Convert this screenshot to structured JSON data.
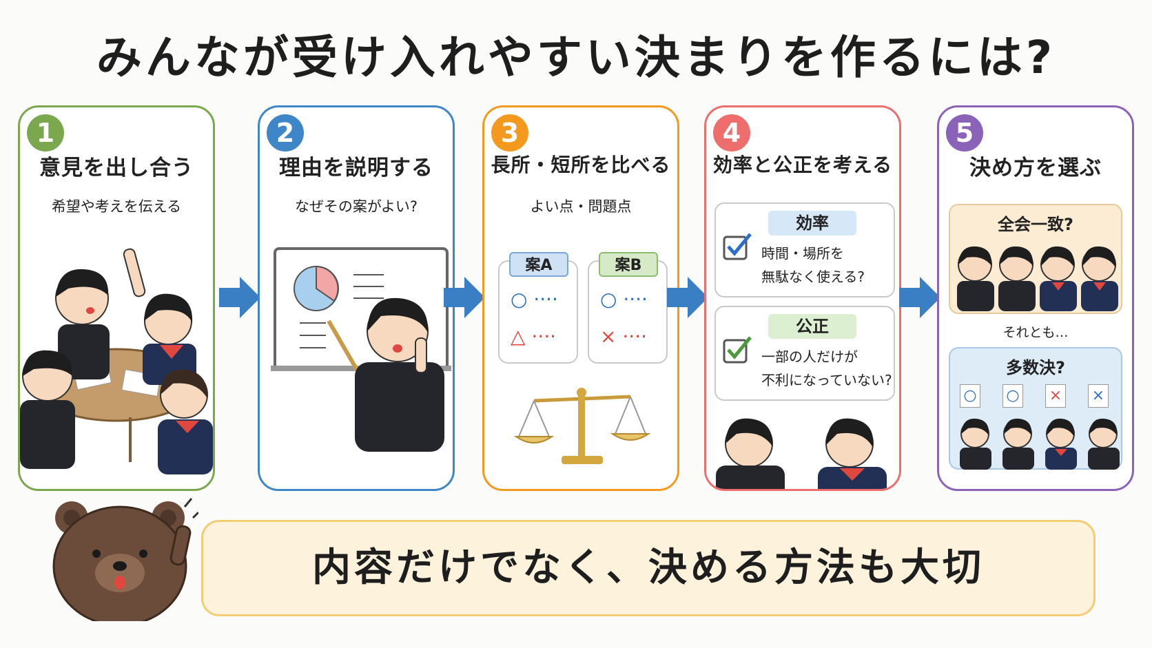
{
  "title": "みんなが受け入れやすい決まりを作るには?",
  "steps": [
    {
      "number": "1",
      "title": "意見を出し合う",
      "subtitle": "希望や考えを伝える",
      "color": "#7ba84e"
    },
    {
      "number": "2",
      "title": "理由を説明する",
      "subtitle": "なぜその案がよい?",
      "color": "#3f86c8"
    },
    {
      "number": "3",
      "title": "長所・短所を比べる",
      "subtitle": "よい点・問題点",
      "color": "#f39a1e",
      "plans": [
        {
          "label": "案A",
          "items": [
            "○ ····",
            "△ ····"
          ]
        },
        {
          "label": "案B",
          "items": [
            "○ ····",
            "× ····"
          ]
        }
      ]
    },
    {
      "number": "4",
      "title": "効率と公正を考える",
      "color": "#ee6d6d",
      "cards": [
        {
          "label": "効率",
          "lines": [
            "時間・場所を",
            "無駄なく使える?"
          ]
        },
        {
          "label": "公正",
          "lines": [
            "一部の人だけが",
            "不利になっていない?"
          ]
        }
      ]
    },
    {
      "number": "5",
      "title": "決め方を選ぶ",
      "color": "#8a63b8",
      "option1": "全会一致?",
      "connector": "それとも…",
      "option2": "多数決?",
      "cards": [
        "○",
        "○",
        "×",
        "×"
      ]
    }
  ],
  "conclusion": "内容だけでなく、決める方法も大切",
  "colors": {
    "arrow": "#3a7fc4",
    "accent_red": "#e0473e",
    "accent_blue": "#2d6fc6",
    "check_green": "#4a9a3a"
  }
}
